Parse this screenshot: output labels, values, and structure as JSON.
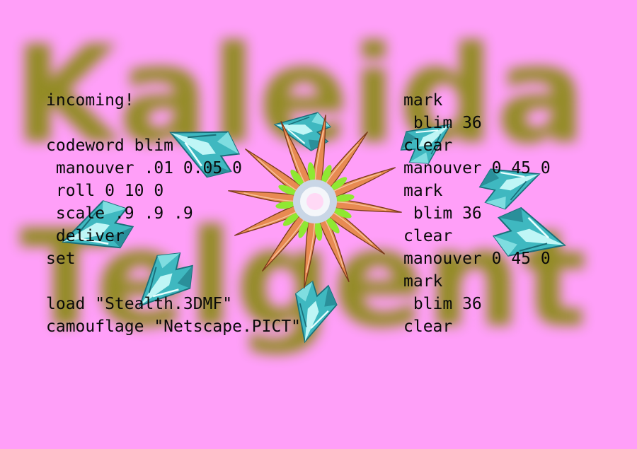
{
  "background_title": {
    "line1": "Kaleida",
    "line2": "Telgent",
    "color": "#8a8a14"
  },
  "code": {
    "left": [
      "incoming!",
      "",
      "codeword blim",
      " manouver .01 0.05 0",
      " roll 0 10 0",
      " scale .9 .9 .9",
      " deliver",
      "set",
      "",
      "load \"Stealth.3DMF\"",
      "camouflage \"Netscape.PICT\""
    ],
    "right": [
      "mark",
      " blim 36",
      "clear",
      "manouver 0 45 0",
      "mark",
      " blim 36",
      "clear",
      "manouver 0 45 0",
      "mark",
      " blim 36",
      "clear"
    ]
  },
  "colors": {
    "background": "#ff9ff8",
    "text": "#0a0a0a",
    "jet_light": "#bff6f6",
    "jet_mid": "#3fb8c0",
    "jet_dark": "#1a6f7a",
    "petal": "#e88a52",
    "petal_edge": "#7a3a1a",
    "leaf": "#8fe832",
    "center": "#f4f6fa"
  },
  "scene": {
    "jets": [
      {
        "icon": "stealth-bomber-icon",
        "name": "stealth-jet-left-top"
      },
      {
        "icon": "stealth-bomber-icon",
        "name": "stealth-jet-top"
      },
      {
        "icon": "stealth-bomber-icon",
        "name": "stealth-jet-right-top"
      },
      {
        "icon": "stealth-bomber-icon",
        "name": "stealth-jet-right"
      },
      {
        "icon": "stealth-bomber-icon",
        "name": "stealth-jet-right-bottom"
      },
      {
        "icon": "stealth-bomber-icon",
        "name": "stealth-jet-bottom"
      },
      {
        "icon": "stealth-bomber-icon",
        "name": "stealth-jet-left-bottom"
      },
      {
        "icon": "stealth-bomber-icon",
        "name": "stealth-jet-left"
      }
    ],
    "flower_icon": "kaleidoscope-flower-icon"
  }
}
